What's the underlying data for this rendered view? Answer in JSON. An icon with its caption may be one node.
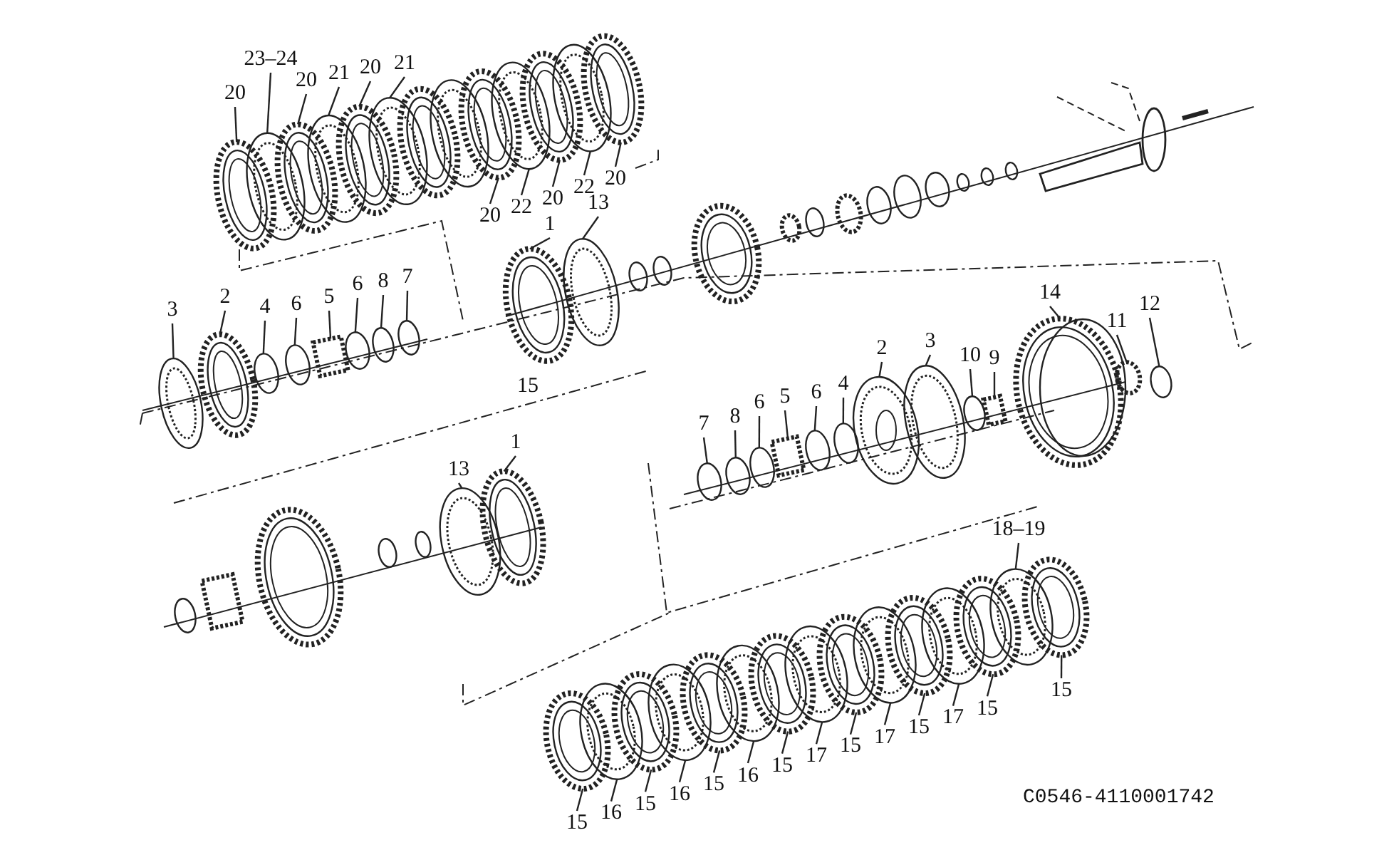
{
  "diagram": {
    "nodes": [
      {
        "text": [
          "20"
        ]
      },
      {
        "text": [
          "23–24"
        ]
      },
      {
        "text": [
          "20"
        ]
      },
      {
        "text": [
          "21"
        ]
      },
      {
        "text": [
          "20"
        ]
      },
      {
        "text": [
          "21"
        ]
      },
      {
        "text": [
          "20"
        ]
      },
      {
        "text": [
          "22"
        ]
      },
      {
        "text": [
          "20"
        ]
      },
      {
        "text": [
          "22"
        ]
      },
      {
        "text": [
          "20"
        ]
      },
      {
        "text": [
          "1"
        ]
      },
      {
        "text": [
          "13"
        ]
      },
      {
        "text": [
          "3"
        ]
      },
      {
        "text": [
          "2"
        ]
      },
      {
        "text": [
          "4"
        ]
      },
      {
        "text": [
          "6"
        ]
      },
      {
        "text": [
          "5"
        ]
      },
      {
        "text": [
          "6"
        ]
      },
      {
        "text": [
          "8"
        ]
      },
      {
        "text": [
          "7"
        ]
      },
      {
        "text": [
          "2"
        ]
      },
      {
        "text": [
          "3"
        ]
      },
      {
        "text": [
          "10"
        ]
      },
      {
        "text": [
          "9"
        ]
      },
      {
        "text": [
          "14"
        ]
      },
      {
        "text": [
          "11"
        ]
      },
      {
        "text": [
          "12"
        ]
      },
      {
        "text": [
          "7"
        ]
      },
      {
        "text": [
          "8"
        ]
      },
      {
        "text": [
          "6"
        ]
      },
      {
        "text": [
          "5"
        ]
      },
      {
        "text": [
          "6"
        ]
      },
      {
        "text": [
          "4"
        ]
      },
      {
        "text": [
          "13"
        ]
      },
      {
        "text": [
          "1"
        ]
      },
      {
        "text": [
          "18–19"
        ]
      },
      {
        "text": [
          "15"
        ]
      },
      {
        "text": [
          "15"
        ]
      },
      {
        "text": [
          "16"
        ]
      },
      {
        "text": [
          "15"
        ]
      },
      {
        "text": [
          "16"
        ]
      },
      {
        "text": [
          "15"
        ]
      },
      {
        "text": [
          "16"
        ]
      },
      {
        "text": [
          "15"
        ]
      },
      {
        "text": [
          "17"
        ]
      },
      {
        "text": [
          "15"
        ]
      },
      {
        "text": [
          "17"
        ]
      },
      {
        "text": [
          "15"
        ]
      },
      {
        "text": [
          "17"
        ]
      },
      {
        "text": [
          "15"
        ]
      },
      {
        "text": [],
        "shape": "circle"
      },
      {
        "text": [],
        "shape": "circle"
      },
      {
        "text": [],
        "shape": "circle"
      },
      {
        "text": [],
        "shape": "circle"
      },
      {
        "text": [],
        "shape": "circle"
      },
      {
        "text": [],
        "shape": "circle"
      },
      {
        "text": [],
        "shape": "circle"
      },
      {
        "text": [],
        "shape": "circle"
      },
      {
        "text": [],
        "shape": "circle"
      },
      {
        "text": [],
        "shape": "circle"
      },
      {
        "text": [],
        "shape": "circle"
      },
      {
        "text": [],
        "shape": "circle"
      },
      {
        "text": [],
        "shape": "circle"
      },
      {
        "text": [],
        "shape": "circle"
      },
      {
        "text": [],
        "shape": "circle"
      },
      {
        "text": [],
        "shape": "circle"
      },
      {
        "text": [],
        "shape": "circle"
      },
      {
        "text": [],
        "shape": "box"
      },
      {
        "text": [],
        "shape": "circle"
      },
      {
        "text": [],
        "shape": "circle"
      },
      {
        "text": [],
        "shape": "circle"
      },
      {
        "text": [],
        "shape": "circle"
      },
      {
        "text": [],
        "shape": "circle"
      },
      {
        "text": [],
        "shape": "circle"
      },
      {
        "text": [],
        "shape": "box"
      },
      {
        "text": [],
        "shape": "circle"
      },
      {
        "text": [],
        "shape": "circle"
      },
      {
        "text": [],
        "shape": "circle"
      },
      {
        "text": [],
        "shape": "circle"
      },
      {
        "text": [],
        "shape": "circle"
      },
      {
        "text": [],
        "shape": "circle"
      },
      {
        "text": [],
        "shape": "box"
      },
      {
        "text": [],
        "shape": "circle"
      },
      {
        "text": [],
        "shape": "circle"
      },
      {
        "text": [],
        "shape": "circle"
      },
      {
        "text": [],
        "shape": "circle"
      },
      {
        "text": [],
        "shape": "circle"
      },
      {
        "text": [],
        "shape": "circle"
      },
      {
        "text": [],
        "shape": "circle"
      },
      {
        "text": [],
        "shape": "circle"
      },
      {
        "text": [],
        "shape": "circle"
      },
      {
        "text": [],
        "shape": "circle"
      },
      {
        "text": [],
        "shape": "circle"
      },
      {
        "text": [],
        "shape": "circle"
      },
      {
        "text": [],
        "shape": "circle"
      },
      {
        "text": [],
        "shape": "circle"
      },
      {
        "text": [],
        "shape": "circle"
      },
      {
        "text": [],
        "shape": "circle"
      },
      {
        "text": [],
        "shape": "circle"
      },
      {
        "text": [],
        "shape": "circle"
      },
      {
        "text": [],
        "shape": "circle"
      }
    ],
    "edges": [
      {
        "from": 0,
        "to": 51,
        "arrow": "none"
      },
      {
        "from": 1,
        "to": 52,
        "arrow": "none"
      },
      {
        "from": 2,
        "to": 53,
        "arrow": "none"
      },
      {
        "from": 3,
        "to": 54,
        "arrow": "none"
      },
      {
        "from": 4,
        "to": 55,
        "arrow": "none"
      },
      {
        "from": 5,
        "to": 56,
        "arrow": "none"
      },
      {
        "from": 6,
        "to": 57,
        "arrow": "none"
      },
      {
        "from": 7,
        "to": 58,
        "arrow": "none"
      },
      {
        "from": 8,
        "to": 59,
        "arrow": "none"
      },
      {
        "from": 9,
        "to": 60,
        "arrow": "none"
      },
      {
        "from": 10,
        "to": 61,
        "arrow": "none"
      },
      {
        "from": 11,
        "to": 62,
        "arrow": "none"
      },
      {
        "from": 12,
        "to": 63,
        "arrow": "none"
      },
      {
        "from": 13,
        "to": 64,
        "arrow": "none"
      },
      {
        "from": 14,
        "to": 65,
        "arrow": "none"
      },
      {
        "from": 15,
        "to": 66,
        "arrow": "none"
      },
      {
        "from": 16,
        "to": 67,
        "arrow": "none"
      },
      {
        "from": 17,
        "to": 68,
        "arrow": "none"
      },
      {
        "from": 18,
        "to": 69,
        "arrow": "none"
      },
      {
        "from": 19,
        "to": 70,
        "arrow": "none"
      },
      {
        "from": 20,
        "to": 71,
        "arrow": "none"
      },
      {
        "from": 21,
        "to": 72,
        "arrow": "none"
      },
      {
        "from": 22,
        "to": 73,
        "arrow": "none"
      },
      {
        "from": 23,
        "to": 74,
        "arrow": "none"
      },
      {
        "from": 24,
        "to": 75,
        "arrow": "none"
      },
      {
        "from": 25,
        "to": 76,
        "arrow": "none"
      },
      {
        "from": 26,
        "to": 77,
        "arrow": "none"
      },
      {
        "from": 27,
        "to": 78,
        "arrow": "none"
      },
      {
        "from": 28,
        "to": 79,
        "arrow": "none"
      },
      {
        "from": 29,
        "to": 80,
        "arrow": "none"
      },
      {
        "from": 30,
        "to": 81,
        "arrow": "none"
      },
      {
        "from": 31,
        "to": 82,
        "arrow": "none"
      },
      {
        "from": 32,
        "to": 83,
        "arrow": "none"
      },
      {
        "from": 33,
        "to": 84,
        "arrow": "none"
      },
      {
        "from": 34,
        "to": 85,
        "arrow": "none"
      },
      {
        "from": 35,
        "to": 86,
        "arrow": "none"
      },
      {
        "from": 36,
        "to": 87,
        "arrow": "none"
      },
      {
        "from": 37,
        "to": 88,
        "arrow": "none"
      },
      {
        "from": 38,
        "to": 89,
        "arrow": "none"
      },
      {
        "from": 39,
        "to": 90,
        "arrow": "none"
      },
      {
        "from": 40,
        "to": 91,
        "arrow": "none"
      },
      {
        "from": 41,
        "to": 92,
        "arrow": "none"
      },
      {
        "from": 42,
        "to": 93,
        "arrow": "none"
      },
      {
        "from": 43,
        "to": 94,
        "arrow": "none"
      },
      {
        "from": 44,
        "to": 95,
        "arrow": "none"
      },
      {
        "from": 45,
        "to": 96,
        "arrow": "none"
      },
      {
        "from": 46,
        "to": 97,
        "arrow": "none"
      },
      {
        "from": 47,
        "to": 98,
        "arrow": "none"
      },
      {
        "from": 48,
        "to": 99,
        "arrow": "none"
      },
      {
        "from": 49,
        "to": 100,
        "arrow": "none"
      },
      {
        "from": 50,
        "to": 101,
        "arrow": "none"
      }
    ],
    "labels": [
      "15",
      "C0546-4110001742"
    ]
  }
}
